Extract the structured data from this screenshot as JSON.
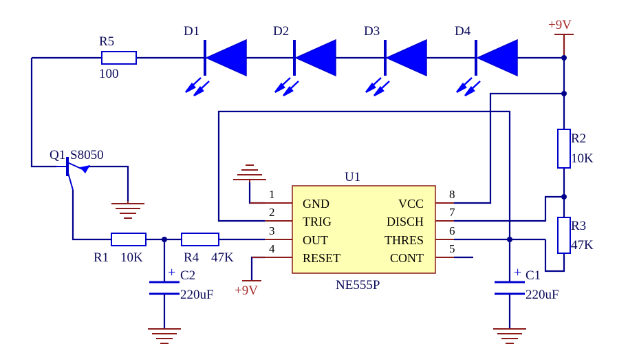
{
  "colors": {
    "wire": "#00008b",
    "lead": "#8b1a1a",
    "component": "#0000cd",
    "led_fill": "#0000ff",
    "ic_fill": "#ffffb3",
    "ic_border": "#8b1a1a",
    "label": "#0a0a5a",
    "power": "#a52a2a",
    "junction": "#00008b"
  },
  "power_labels": {
    "vcc_top": "+9V",
    "vcc_reset": "+9V"
  },
  "resistors": {
    "r5": {
      "name": "R5",
      "value": "100"
    },
    "r1": {
      "name": "R1",
      "value": "10K"
    },
    "r4": {
      "name": "R4",
      "value": "47K"
    },
    "r2": {
      "name": "R2",
      "value": "10K"
    },
    "r3": {
      "name": "R3",
      "value": "47K"
    }
  },
  "capacitors": {
    "c1": {
      "name": "C1",
      "value": "220uF"
    },
    "c2": {
      "name": "C2",
      "value": "220uF"
    }
  },
  "transistor": {
    "name": "Q1",
    "part": "S8050"
  },
  "leds": [
    "D1",
    "D2",
    "D3",
    "D4"
  ],
  "ic": {
    "designator": "U1",
    "part": "NE555P",
    "left_pins": [
      {
        "num": "1",
        "name": "GND"
      },
      {
        "num": "2",
        "name": "TRIG"
      },
      {
        "num": "3",
        "name": "OUT"
      },
      {
        "num": "4",
        "name": "RESET"
      }
    ],
    "right_pins": [
      {
        "num": "8",
        "name": "VCC"
      },
      {
        "num": "7",
        "name": "DISCH"
      },
      {
        "num": "6",
        "name": "THRES"
      },
      {
        "num": "5",
        "name": "CONT"
      }
    ]
  }
}
